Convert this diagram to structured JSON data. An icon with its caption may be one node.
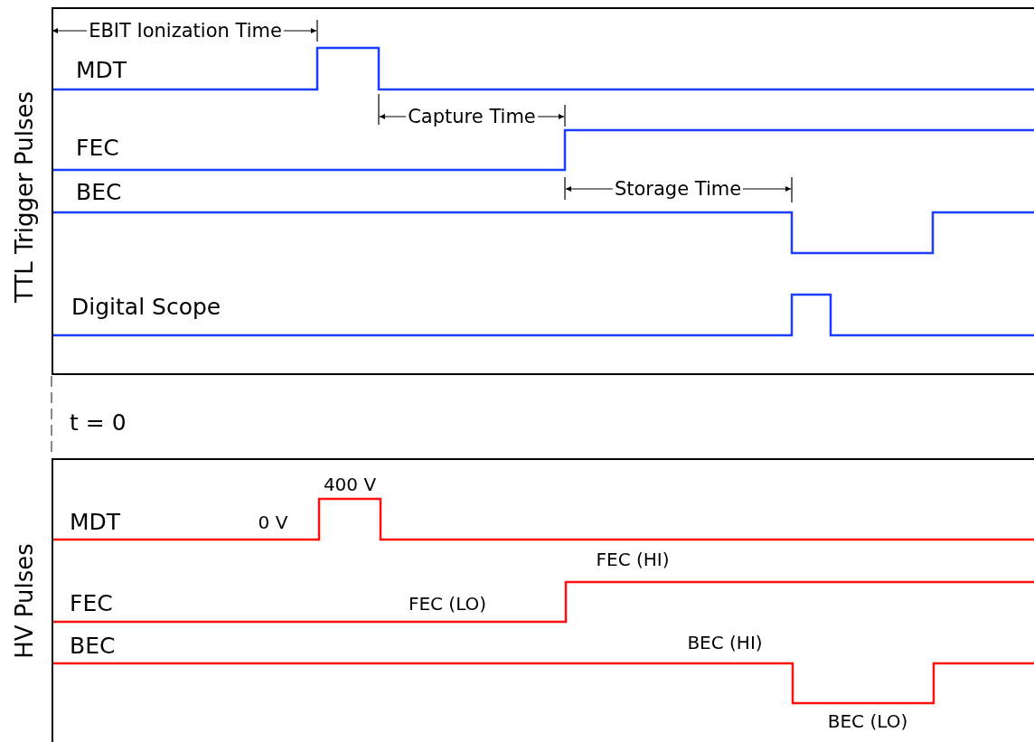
{
  "diagram": {
    "nodes": [
      {
        "text": [
          "TTL Trigger Pulses"
        ]
      },
      {
        "text": [
          "HV Pulses"
        ]
      }
    ],
    "labels": [
      "EBIT Ionization Time",
      "MDT",
      "Capture Time",
      "FEC",
      "BEC",
      "Storage Time",
      "Digital Scope",
      "t = 0",
      "400 V",
      "MDT",
      "0 V",
      "FEC (HI)",
      "FEC",
      "FEC (LO)",
      "BEC",
      "BEC (HI)",
      "BEC (LO)"
    ]
  }
}
